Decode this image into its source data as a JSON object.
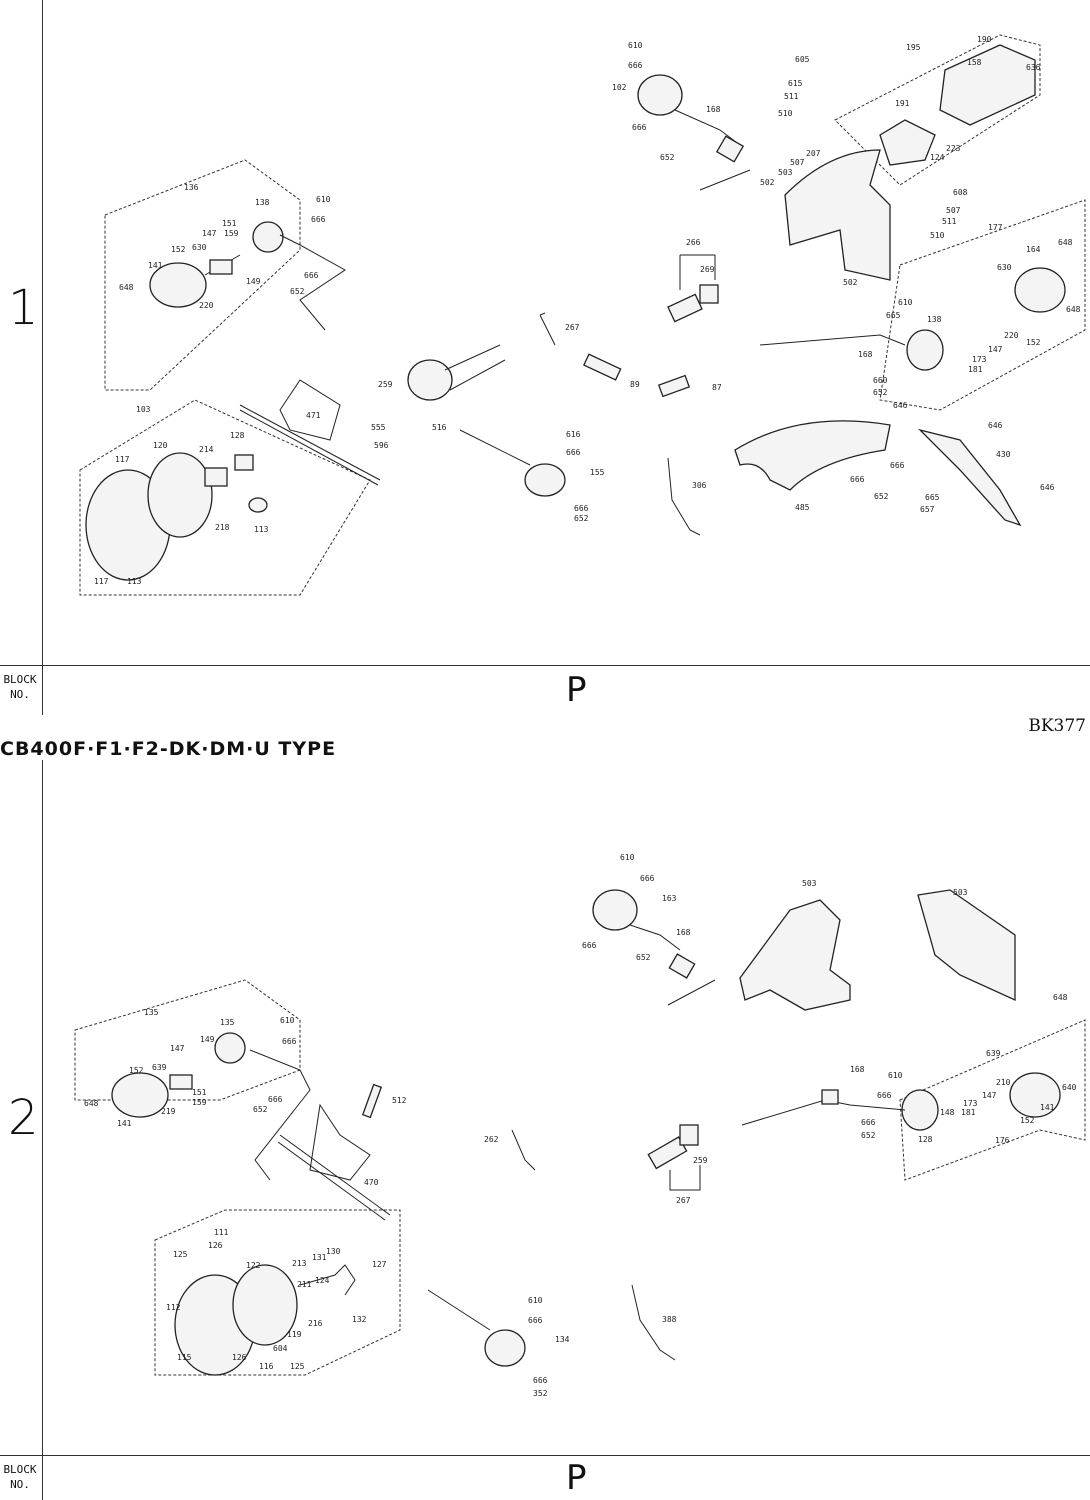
{
  "header": {
    "title": "CB400F·F1·F2-DK·DM·U TYPE",
    "code": "BK377"
  },
  "block_label": {
    "line1": "BLOCK",
    "line2": "NO."
  },
  "panel1": {
    "row": "1",
    "block": "P",
    "labels": {
      "l610a": "610",
      "l666a": "666",
      "l102": "102",
      "l666b": "666",
      "l652a": "652",
      "l168a": "168",
      "l605": "605",
      "l615": "615",
      "l511a": "511",
      "l510a": "510",
      "l195": "195",
      "l190": "190",
      "l158": "158",
      "l636": "636",
      "l191": "191",
      "l223": "223",
      "l124": "124",
      "l207": "207",
      "l507a": "507",
      "l503": "503",
      "l502a": "502",
      "l502b": "502",
      "l608": "608",
      "l507b": "507",
      "l511b": "511",
      "l510b": "510",
      "l136": "136",
      "l138": "138",
      "l610b": "610",
      "l666c": "666",
      "l147a": "147",
      "l151a": "151",
      "l159a": "159",
      "l152a": "152",
      "l630a": "630",
      "l141a": "141",
      "l648a": "648",
      "l220a": "220",
      "l149a": "149",
      "l666d": "666",
      "l652b": "652",
      "l266": "266",
      "l269": "269",
      "l267": "267",
      "l259": "259",
      "l89": "89",
      "l87": "87",
      "l177": "177",
      "l164": "164",
      "l648b": "648",
      "l630b": "630",
      "l610c": "610",
      "l665a": "665",
      "l138b": "138",
      "l147b": "147",
      "l173": "173",
      "l181": "181",
      "l220b": "220",
      "l152b": "152",
      "l648c": "648",
      "l168b": "168",
      "l660": "660",
      "l652c": "652",
      "l646a": "646",
      "l646b": "646",
      "l430": "430",
      "l646c": "646",
      "l103": "103",
      "l120": "120",
      "l214": "214",
      "l128": "128",
      "l471": "471",
      "l117a": "117",
      "l113a": "113",
      "l117b": "117",
      "l218": "218",
      "l113b": "113",
      "l555": "555",
      "l516": "516",
      "l596": "596",
      "l616": "616",
      "l666e": "666",
      "l155": "155",
      "l666f": "666",
      "l652d": "652",
      "l306": "306",
      "l485": "485",
      "l666g": "666",
      "l666h": "666",
      "l652e": "652",
      "l665b": "665",
      "l657": "657"
    }
  },
  "panel2": {
    "row": "2",
    "block": "P",
    "labels": {
      "m610a": "610",
      "m666a": "666",
      "m163": "163",
      "m168a": "168",
      "m666b": "666",
      "m652a": "652",
      "m503a": "503",
      "m503b": "503",
      "m648a": "648",
      "m135a": "135",
      "m135b": "135",
      "m610b": "610",
      "m666c": "666",
      "m152a": "152",
      "m147a": "147",
      "m639a": "639",
      "m149": "149",
      "m648b": "648",
      "m151": "151",
      "m159": "159",
      "m219": "219",
      "m141a": "141",
      "m652b": "652",
      "m666d": "666",
      "m512": "512",
      "m262": "262",
      "m259": "259",
      "m267": "267",
      "m470": "470",
      "m168b": "168",
      "m610c": "610",
      "m666e": "666",
      "m639b": "639",
      "m640": "640",
      "m141b": "141",
      "m210": "210",
      "m147b": "147",
      "m173": "173",
      "m181": "181",
      "m152b": "152",
      "m148": "148",
      "m666f": "666",
      "m652c": "652",
      "m128": "128",
      "m176": "176",
      "m111": "111",
      "m122": "122",
      "m125a": "125",
      "m126a": "126",
      "m213": "213",
      "m131": "131",
      "m130": "130",
      "m127": "127",
      "m124": "124",
      "m112": "112",
      "m211": "211",
      "m216": "216",
      "m132": "132",
      "m119": "119",
      "m115": "115",
      "m126b": "126",
      "m116": "116",
      "m604": "604",
      "m125b": "125",
      "m610d": "610",
      "m666g": "666",
      "m134": "134",
      "m666h": "666",
      "m352": "352",
      "m388": "388"
    }
  }
}
